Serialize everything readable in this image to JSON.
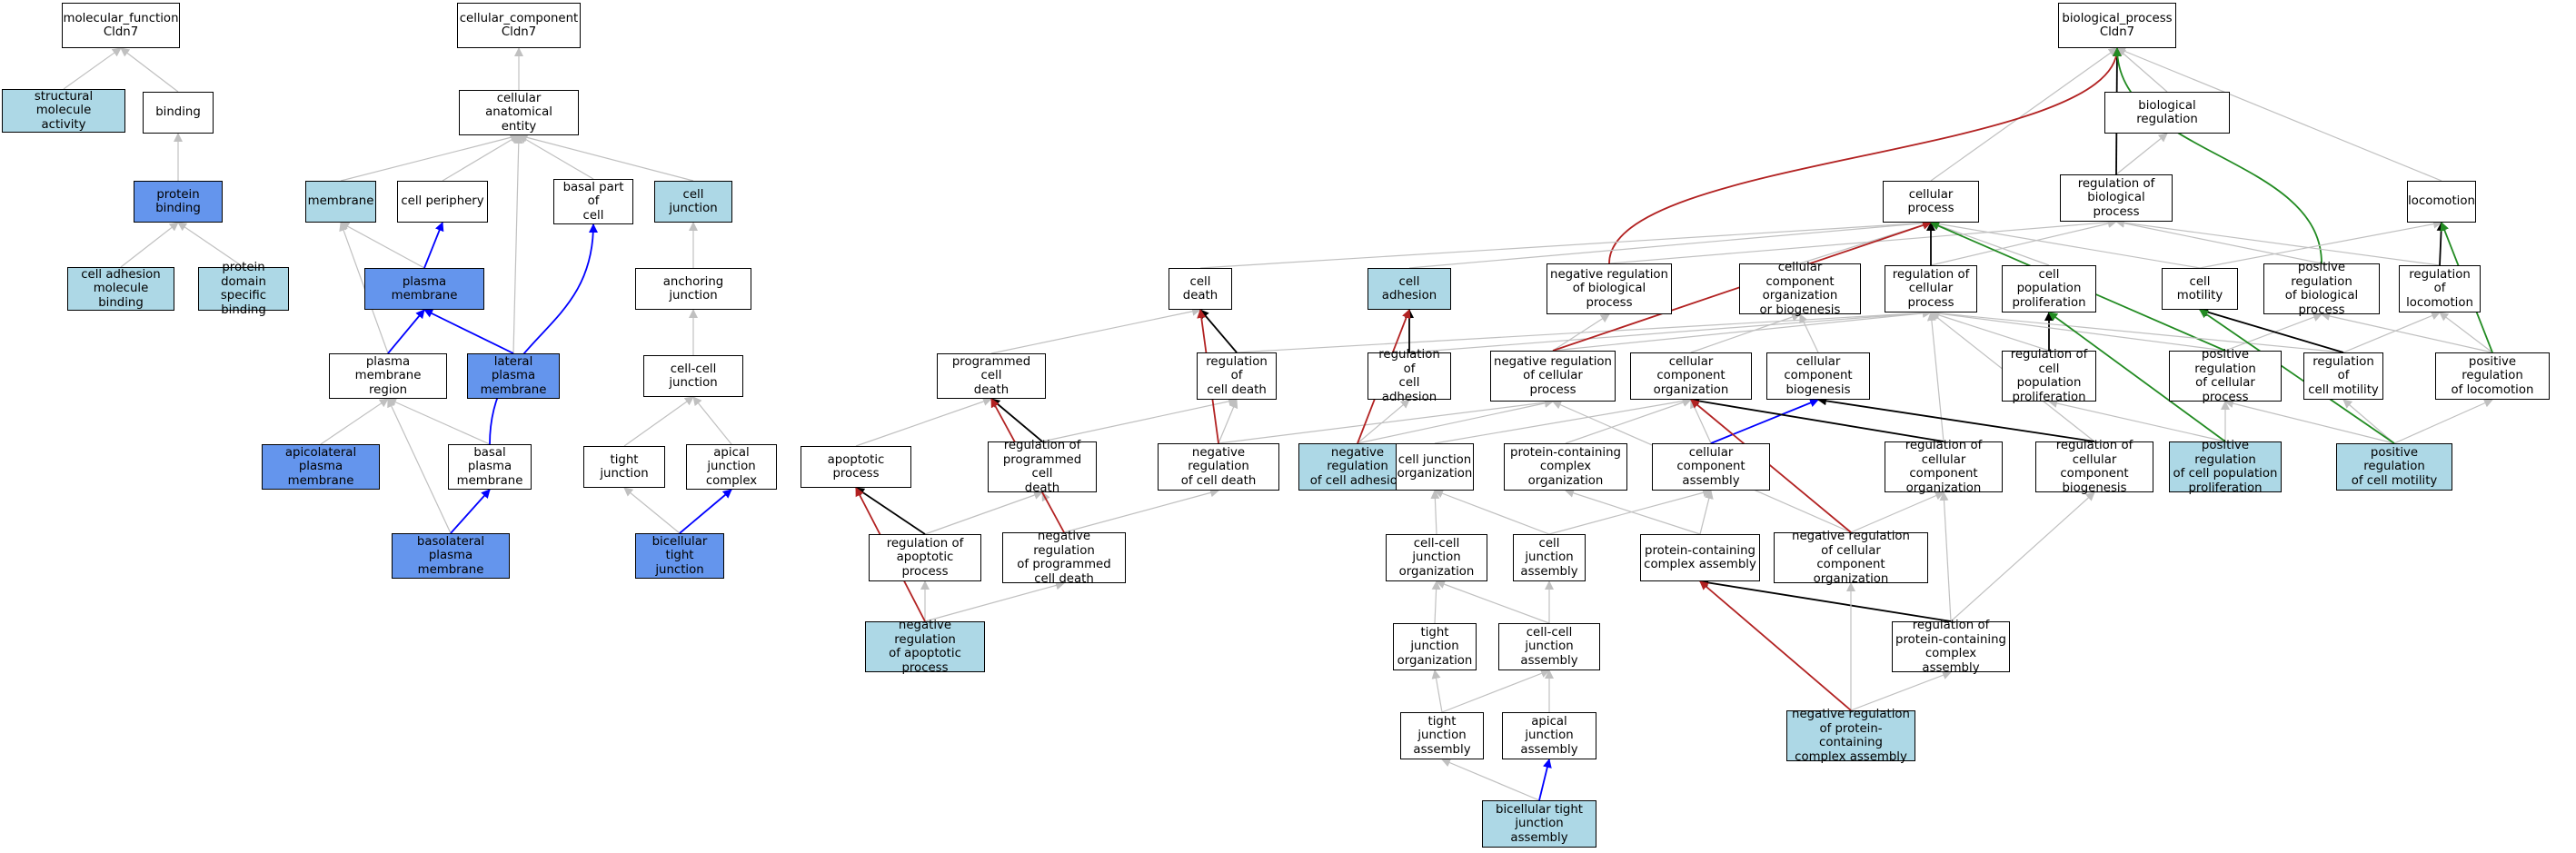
{
  "colors": {
    "white": "#ffffff",
    "light": "#add8e6",
    "dark": "#6495ed",
    "edge_is_a": "#c0c0c0",
    "edge_part_of": "#0000ff",
    "edge_regulates": "#000000",
    "edge_neg_regulates": "#b22222",
    "edge_pos_regulates": "#228b22"
  },
  "nodes": [
    {
      "id": "mf",
      "label": "molecular_function\nCldn7",
      "fill": "white"
    },
    {
      "id": "sma",
      "label": "structural molecule\nactivity",
      "fill": "light"
    },
    {
      "id": "bind",
      "label": "binding",
      "fill": "white"
    },
    {
      "id": "pb",
      "label": "protein binding",
      "fill": "dark"
    },
    {
      "id": "camb",
      "label": "cell adhesion\nmolecule binding",
      "fill": "light"
    },
    {
      "id": "pdsb",
      "label": "protein domain\nspecific binding",
      "fill": "light"
    },
    {
      "id": "cc",
      "label": "cellular_component\nCldn7",
      "fill": "white"
    },
    {
      "id": "cae",
      "label": "cellular anatomical\nentity",
      "fill": "white"
    },
    {
      "id": "mem",
      "label": "membrane",
      "fill": "light"
    },
    {
      "id": "cp",
      "label": "cell periphery",
      "fill": "white"
    },
    {
      "id": "bpc",
      "label": "basal part of\ncell",
      "fill": "white"
    },
    {
      "id": "cj",
      "label": "cell junction",
      "fill": "light"
    },
    {
      "id": "pm",
      "label": "plasma membrane",
      "fill": "dark"
    },
    {
      "id": "aj",
      "label": "anchoring junction",
      "fill": "white"
    },
    {
      "id": "pmr",
      "label": "plasma membrane\nregion",
      "fill": "white"
    },
    {
      "id": "lpm",
      "label": "lateral plasma\nmembrane",
      "fill": "dark"
    },
    {
      "id": "ccj",
      "label": "cell-cell junction",
      "fill": "white"
    },
    {
      "id": "apm",
      "label": "apicolateral\nplasma membrane",
      "fill": "dark"
    },
    {
      "id": "bspm",
      "label": "basal plasma\nmembrane",
      "fill": "white"
    },
    {
      "id": "tj",
      "label": "tight junction",
      "fill": "white"
    },
    {
      "id": "ajc",
      "label": "apical junction\ncomplex",
      "fill": "white"
    },
    {
      "id": "blpm",
      "label": "basolateral\nplasma membrane",
      "fill": "dark"
    },
    {
      "id": "btj",
      "label": "bicellular tight\njunction",
      "fill": "dark"
    },
    {
      "id": "bp",
      "label": "biological_process\nCldn7",
      "fill": "white"
    },
    {
      "id": "breg",
      "label": "biological regulation",
      "fill": "white"
    },
    {
      "id": "cproc",
      "label": "cellular process",
      "fill": "white"
    },
    {
      "id": "rbp",
      "label": "regulation of\nbiological process",
      "fill": "white"
    },
    {
      "id": "loco",
      "label": "locomotion",
      "fill": "white"
    },
    {
      "id": "cdeath",
      "label": "cell death",
      "fill": "white"
    },
    {
      "id": "cadh",
      "label": "cell adhesion",
      "fill": "light"
    },
    {
      "id": "nrbp",
      "label": "negative regulation\nof biological\nprocess",
      "fill": "white"
    },
    {
      "id": "ccob",
      "label": "cellular component\norganization\nor biogenesis",
      "fill": "white"
    },
    {
      "id": "rcp",
      "label": "regulation of\ncellular process",
      "fill": "white"
    },
    {
      "id": "cpp",
      "label": "cell population\nproliferation",
      "fill": "white"
    },
    {
      "id": "cmot",
      "label": "cell motility",
      "fill": "white"
    },
    {
      "id": "prbp",
      "label": "positive regulation\nof biological\nprocess",
      "fill": "white"
    },
    {
      "id": "rloco",
      "label": "regulation of\nlocomotion",
      "fill": "white"
    },
    {
      "id": "pcd",
      "label": "programmed cell\ndeath",
      "fill": "white"
    },
    {
      "id": "rcd",
      "label": "regulation of\ncell death",
      "fill": "white"
    },
    {
      "id": "rca",
      "label": "regulation of\ncell adhesion",
      "fill": "white"
    },
    {
      "id": "nrcp",
      "label": "negative regulation\nof cellular\nprocess",
      "fill": "white"
    },
    {
      "id": "cco",
      "label": "cellular component\norganization",
      "fill": "white"
    },
    {
      "id": "ccb",
      "label": "cellular component\nbiogenesis",
      "fill": "white"
    },
    {
      "id": "rcpp",
      "label": "regulation of\ncell population\nproliferation",
      "fill": "white"
    },
    {
      "id": "prcp",
      "label": "positive regulation\nof cellular\nprocess",
      "fill": "white"
    },
    {
      "id": "rcm",
      "label": "regulation of\ncell motility",
      "fill": "white"
    },
    {
      "id": "prl",
      "label": "positive regulation\nof locomotion",
      "fill": "white"
    },
    {
      "id": "apop",
      "label": "apoptotic process",
      "fill": "white"
    },
    {
      "id": "rpcd",
      "label": "regulation of\nprogrammed cell\ndeath",
      "fill": "white"
    },
    {
      "id": "nrcd",
      "label": "negative regulation\nof cell death",
      "fill": "white"
    },
    {
      "id": "nrca",
      "label": "negative regulation\nof cell adhesion",
      "fill": "light"
    },
    {
      "id": "cjo",
      "label": "cell junction\norganization",
      "fill": "white"
    },
    {
      "id": "pcco",
      "label": "protein-containing\ncomplex organization",
      "fill": "white"
    },
    {
      "id": "cca",
      "label": "cellular component\nassembly",
      "fill": "white"
    },
    {
      "id": "rcco",
      "label": "regulation of\ncellular component\norganization",
      "fill": "white"
    },
    {
      "id": "rccb",
      "label": "regulation of\ncellular component\nbiogenesis",
      "fill": "white"
    },
    {
      "id": "prcpp",
      "label": "positive regulation\nof cell population\nproliferation",
      "fill": "light"
    },
    {
      "id": "prcm",
      "label": "positive regulation\nof cell motility",
      "fill": "light"
    },
    {
      "id": "rap",
      "label": "regulation of\napoptotic process",
      "fill": "white"
    },
    {
      "id": "nrpcd",
      "label": "negative regulation\nof programmed\ncell death",
      "fill": "white"
    },
    {
      "id": "ccjo",
      "label": "cell-cell junction\norganization",
      "fill": "white"
    },
    {
      "id": "cja",
      "label": "cell junction\nassembly",
      "fill": "white"
    },
    {
      "id": "pcca",
      "label": "protein-containing\ncomplex assembly",
      "fill": "white"
    },
    {
      "id": "nrcco",
      "label": "negative regulation\nof cellular\ncomponent organization",
      "fill": "white"
    },
    {
      "id": "nrap",
      "label": "negative regulation\nof apoptotic\nprocess",
      "fill": "light"
    },
    {
      "id": "tjo",
      "label": "tight junction\norganization",
      "fill": "white"
    },
    {
      "id": "ccja",
      "label": "cell-cell junction\nassembly",
      "fill": "white"
    },
    {
      "id": "rpcca",
      "label": "regulation of\nprotein-containing\ncomplex assembly",
      "fill": "white"
    },
    {
      "id": "tja",
      "label": "tight junction\nassembly",
      "fill": "white"
    },
    {
      "id": "aja",
      "label": "apical junction\nassembly",
      "fill": "white"
    },
    {
      "id": "nrpcca",
      "label": "negative regulation\nof protein-containing\ncomplex assembly",
      "fill": "light"
    },
    {
      "id": "btja",
      "label": "bicellular tight\njunction assembly",
      "fill": "light"
    }
  ],
  "edges": [
    {
      "from": "sma",
      "to": "mf",
      "type": "is_a"
    },
    {
      "from": "bind",
      "to": "mf",
      "type": "is_a"
    },
    {
      "from": "pb",
      "to": "bind",
      "type": "is_a"
    },
    {
      "from": "camb",
      "to": "pb",
      "type": "is_a"
    },
    {
      "from": "pdsb",
      "to": "pb",
      "type": "is_a"
    },
    {
      "from": "cae",
      "to": "cc",
      "type": "is_a"
    },
    {
      "from": "mem",
      "to": "cae",
      "type": "is_a"
    },
    {
      "from": "cp",
      "to": "cae",
      "type": "is_a"
    },
    {
      "from": "bpc",
      "to": "cae",
      "type": "is_a"
    },
    {
      "from": "cj",
      "to": "cae",
      "type": "is_a"
    },
    {
      "from": "lpm",
      "to": "cae",
      "type": "is_a"
    },
    {
      "from": "pm",
      "to": "mem",
      "type": "is_a"
    },
    {
      "from": "pm",
      "to": "cp",
      "type": "part_of"
    },
    {
      "from": "aj",
      "to": "cj",
      "type": "is_a"
    },
    {
      "from": "pmr",
      "to": "mem",
      "type": "is_a"
    },
    {
      "from": "pmr",
      "to": "pm",
      "type": "part_of"
    },
    {
      "from": "lpm",
      "to": "pm",
      "type": "part_of"
    },
    {
      "from": "ccj",
      "to": "aj",
      "type": "is_a"
    },
    {
      "from": "apm",
      "to": "pmr",
      "type": "is_a"
    },
    {
      "from": "bspm",
      "to": "pmr",
      "type": "is_a"
    },
    {
      "from": "bspm",
      "to": "bpc",
      "type": "part_of"
    },
    {
      "from": "tj",
      "to": "ccj",
      "type": "is_a"
    },
    {
      "from": "ajc",
      "to": "ccj",
      "type": "is_a"
    },
    {
      "from": "blpm",
      "to": "pmr",
      "type": "is_a"
    },
    {
      "from": "blpm",
      "to": "bspm",
      "type": "part_of"
    },
    {
      "from": "btj",
      "to": "tj",
      "type": "is_a"
    },
    {
      "from": "btj",
      "to": "ajc",
      "type": "part_of"
    },
    {
      "from": "breg",
      "to": "bp",
      "type": "is_a"
    },
    {
      "from": "cproc",
      "to": "bp",
      "type": "is_a"
    },
    {
      "from": "rbp",
      "to": "breg",
      "type": "is_a"
    },
    {
      "from": "rbp",
      "to": "bp",
      "type": "regulates"
    },
    {
      "from": "loco",
      "to": "bp",
      "type": "is_a"
    },
    {
      "from": "nrbp",
      "to": "rbp",
      "type": "is_a"
    },
    {
      "from": "nrbp",
      "to": "bp",
      "type": "neg_regulates"
    },
    {
      "from": "prbp",
      "to": "rbp",
      "type": "is_a"
    },
    {
      "from": "prbp",
      "to": "bp",
      "type": "pos_regulates"
    },
    {
      "from": "cdeath",
      "to": "cproc",
      "type": "is_a"
    },
    {
      "from": "cadh",
      "to": "cproc",
      "type": "is_a"
    },
    {
      "from": "ccob",
      "to": "cproc",
      "type": "is_a"
    },
    {
      "from": "rcp",
      "to": "rbp",
      "type": "is_a"
    },
    {
      "from": "rcp",
      "to": "cproc",
      "type": "regulates"
    },
    {
      "from": "cpp",
      "to": "cproc",
      "type": "is_a"
    },
    {
      "from": "cmot",
      "to": "cproc",
      "type": "is_a"
    },
    {
      "from": "cmot",
      "to": "loco",
      "type": "is_a"
    },
    {
      "from": "rloco",
      "to": "rbp",
      "type": "is_a"
    },
    {
      "from": "rloco",
      "to": "loco",
      "type": "regulates"
    },
    {
      "from": "pcd",
      "to": "cdeath",
      "type": "is_a"
    },
    {
      "from": "rcd",
      "to": "rcp",
      "type": "is_a"
    },
    {
      "from": "rcd",
      "to": "cdeath",
      "type": "regulates"
    },
    {
      "from": "rca",
      "to": "rcp",
      "type": "is_a"
    },
    {
      "from": "rca",
      "to": "cadh",
      "type": "regulates"
    },
    {
      "from": "nrcp",
      "to": "nrbp",
      "type": "is_a"
    },
    {
      "from": "nrcp",
      "to": "rcp",
      "type": "is_a"
    },
    {
      "from": "nrcp",
      "to": "cproc",
      "type": "neg_regulates"
    },
    {
      "from": "cco",
      "to": "ccob",
      "type": "is_a"
    },
    {
      "from": "ccb",
      "to": "ccob",
      "type": "is_a"
    },
    {
      "from": "rcpp",
      "to": "rcp",
      "type": "is_a"
    },
    {
      "from": "rcpp",
      "to": "cpp",
      "type": "regulates"
    },
    {
      "from": "prcp",
      "to": "prbp",
      "type": "is_a"
    },
    {
      "from": "prcp",
      "to": "rcp",
      "type": "is_a"
    },
    {
      "from": "prcp",
      "to": "cproc",
      "type": "pos_regulates"
    },
    {
      "from": "rcm",
      "to": "rcp",
      "type": "is_a"
    },
    {
      "from": "rcm",
      "to": "rloco",
      "type": "is_a"
    },
    {
      "from": "rcm",
      "to": "cmot",
      "type": "regulates"
    },
    {
      "from": "prl",
      "to": "prbp",
      "type": "is_a"
    },
    {
      "from": "prl",
      "to": "rloco",
      "type": "is_a"
    },
    {
      "from": "prl",
      "to": "loco",
      "type": "pos_regulates"
    },
    {
      "from": "apop",
      "to": "pcd",
      "type": "is_a"
    },
    {
      "from": "rpcd",
      "to": "rcd",
      "type": "is_a"
    },
    {
      "from": "rpcd",
      "to": "pcd",
      "type": "regulates"
    },
    {
      "from": "nrcd",
      "to": "rcd",
      "type": "is_a"
    },
    {
      "from": "nrcd",
      "to": "nrcp",
      "type": "is_a"
    },
    {
      "from": "nrcd",
      "to": "cdeath",
      "type": "neg_regulates"
    },
    {
      "from": "nrca",
      "to": "rca",
      "type": "is_a"
    },
    {
      "from": "nrca",
      "to": "nrcp",
      "type": "is_a"
    },
    {
      "from": "nrca",
      "to": "cadh",
      "type": "neg_regulates"
    },
    {
      "from": "cjo",
      "to": "cco",
      "type": "is_a"
    },
    {
      "from": "pcco",
      "to": "cco",
      "type": "is_a"
    },
    {
      "from": "cca",
      "to": "cco",
      "type": "is_a"
    },
    {
      "from": "cca",
      "to": "ccb",
      "type": "part_of"
    },
    {
      "from": "rcco",
      "to": "rcp",
      "type": "is_a"
    },
    {
      "from": "rcco",
      "to": "cco",
      "type": "regulates"
    },
    {
      "from": "rccb",
      "to": "rcp",
      "type": "is_a"
    },
    {
      "from": "rccb",
      "to": "ccb",
      "type": "regulates"
    },
    {
      "from": "prcpp",
      "to": "rcpp",
      "type": "is_a"
    },
    {
      "from": "prcpp",
      "to": "prcp",
      "type": "is_a"
    },
    {
      "from": "prcpp",
      "to": "cpp",
      "type": "pos_regulates"
    },
    {
      "from": "prcm",
      "to": "rcm",
      "type": "is_a"
    },
    {
      "from": "prcm",
      "to": "prcp",
      "type": "is_a"
    },
    {
      "from": "prcm",
      "to": "prl",
      "type": "is_a"
    },
    {
      "from": "prcm",
      "to": "cmot",
      "type": "pos_regulates"
    },
    {
      "from": "rap",
      "to": "rpcd",
      "type": "is_a"
    },
    {
      "from": "rap",
      "to": "apop",
      "type": "regulates"
    },
    {
      "from": "nrpcd",
      "to": "rpcd",
      "type": "is_a"
    },
    {
      "from": "nrpcd",
      "to": "nrcd",
      "type": "is_a"
    },
    {
      "from": "nrpcd",
      "to": "pcd",
      "type": "neg_regulates"
    },
    {
      "from": "ccjo",
      "to": "cjo",
      "type": "is_a"
    },
    {
      "from": "cja",
      "to": "cjo",
      "type": "is_a"
    },
    {
      "from": "cja",
      "to": "cca",
      "type": "is_a"
    },
    {
      "from": "pcca",
      "to": "pcco",
      "type": "is_a"
    },
    {
      "from": "pcca",
      "to": "cca",
      "type": "is_a"
    },
    {
      "from": "nrcco",
      "to": "rcco",
      "type": "is_a"
    },
    {
      "from": "nrcco",
      "to": "nrcp",
      "type": "is_a"
    },
    {
      "from": "nrcco",
      "to": "cco",
      "type": "neg_regulates"
    },
    {
      "from": "nrap",
      "to": "rap",
      "type": "is_a"
    },
    {
      "from": "nrap",
      "to": "nrpcd",
      "type": "is_a"
    },
    {
      "from": "nrap",
      "to": "apop",
      "type": "neg_regulates"
    },
    {
      "from": "tjo",
      "to": "ccjo",
      "type": "is_a"
    },
    {
      "from": "ccja",
      "to": "ccjo",
      "type": "is_a"
    },
    {
      "from": "ccja",
      "to": "cja",
      "type": "is_a"
    },
    {
      "from": "rpcca",
      "to": "rcco",
      "type": "is_a"
    },
    {
      "from": "rpcca",
      "to": "rccb",
      "type": "is_a"
    },
    {
      "from": "rpcca",
      "to": "pcca",
      "type": "regulates"
    },
    {
      "from": "tja",
      "to": "tjo",
      "type": "is_a"
    },
    {
      "from": "tja",
      "to": "ccja",
      "type": "is_a"
    },
    {
      "from": "aja",
      "to": "ccja",
      "type": "is_a"
    },
    {
      "from": "nrpcca",
      "to": "rpcca",
      "type": "is_a"
    },
    {
      "from": "nrpcca",
      "to": "nrcco",
      "type": "is_a"
    },
    {
      "from": "nrpcca",
      "to": "pcca",
      "type": "neg_regulates"
    },
    {
      "from": "btja",
      "to": "tja",
      "type": "is_a"
    },
    {
      "from": "btja",
      "to": "aja",
      "type": "part_of"
    }
  ]
}
